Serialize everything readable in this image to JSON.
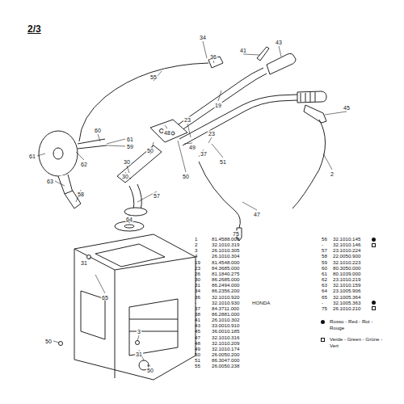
{
  "diagram": {
    "title": "2/3",
    "labels": [
      "34",
      "36",
      "41",
      "43",
      "55",
      "19",
      "23",
      "49",
      "23",
      "37",
      "51",
      "2",
      "45",
      "47",
      "75",
      "61",
      "60",
      "61",
      "59",
      "62",
      "63",
      "58",
      "30",
      "50",
      "48",
      "30",
      "50",
      "57",
      "64",
      "31",
      "65",
      "50",
      "3",
      "31",
      "50",
      "1",
      "81.4588.000",
      "2",
      "32.1010.319",
      "3",
      "26.1010.305",
      "4",
      "26.1010.304",
      "19",
      "81.4548.000",
      "23",
      "84.3685.000",
      "26",
      "81.1840.275",
      "30",
      "86.2685.000",
      "31",
      "86.2494.000",
      "34",
      "86.2356.200",
      "36",
      "32.1010.920",
      "-",
      "32.1010.930",
      "HONDA",
      "37",
      "84.3711.000",
      "38",
      "86.2881.000",
      "41",
      "26.1010.302",
      "43",
      "33.0010.910",
      "45",
      "36.0010.185",
      "47",
      "32.1010.316",
      "48",
      "32.1010.209",
      "49",
      "32.1010.174",
      "50",
      "26.0050.200",
      "51",
      "86.3047.000",
      "55",
      "26.0050.238",
      "56",
      "32.1010.145",
      "-",
      "32.1010.146",
      "57",
      "23.1010.224",
      "58",
      "22.0050.900",
      "59",
      "32.1010.223",
      "60",
      "80.3050.000",
      "61",
      "80.1039.000",
      "62",
      "23.1010.219",
      "63",
      "32.1010.159",
      "64",
      "23.1005.906",
      "65",
      "32.1005.364",
      "-",
      "32.1005.363",
      "75",
      "26.1010.210"
    ],
    "legend": [
      {
        "text": "Rosso - Red - Rot - Rouge"
      },
      {
        "text": "Verde - Green - Grüne - Vert"
      }
    ]
  }
}
